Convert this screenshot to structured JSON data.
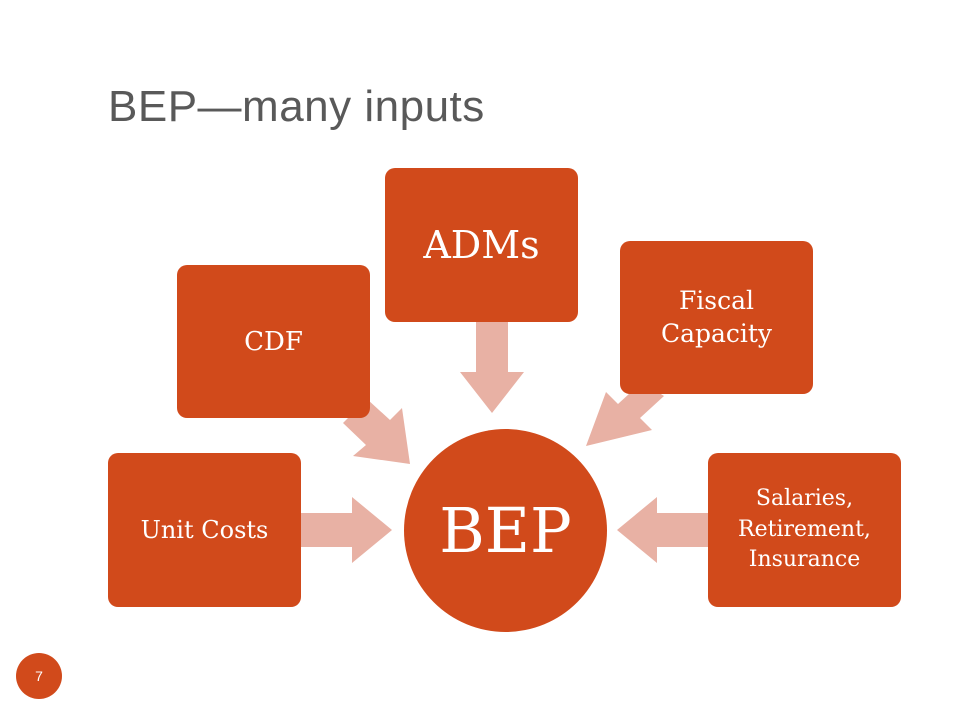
{
  "slide": {
    "title": "BEP—many inputs",
    "page_number": "7"
  },
  "diagram": {
    "center_label": "BEP",
    "inputs": [
      {
        "id": "unit-costs",
        "label": "Unit Costs"
      },
      {
        "id": "cdf",
        "label": "CDF"
      },
      {
        "id": "adms",
        "label": "ADMs"
      },
      {
        "id": "fiscal-capacity",
        "label": "Fiscal Capacity"
      },
      {
        "id": "salaries",
        "label": "Salaries, Retirement, Insurance"
      }
    ]
  },
  "colors": {
    "accent": "#d14a1b",
    "arrow": "#e8b1a4",
    "title": "#595959"
  }
}
